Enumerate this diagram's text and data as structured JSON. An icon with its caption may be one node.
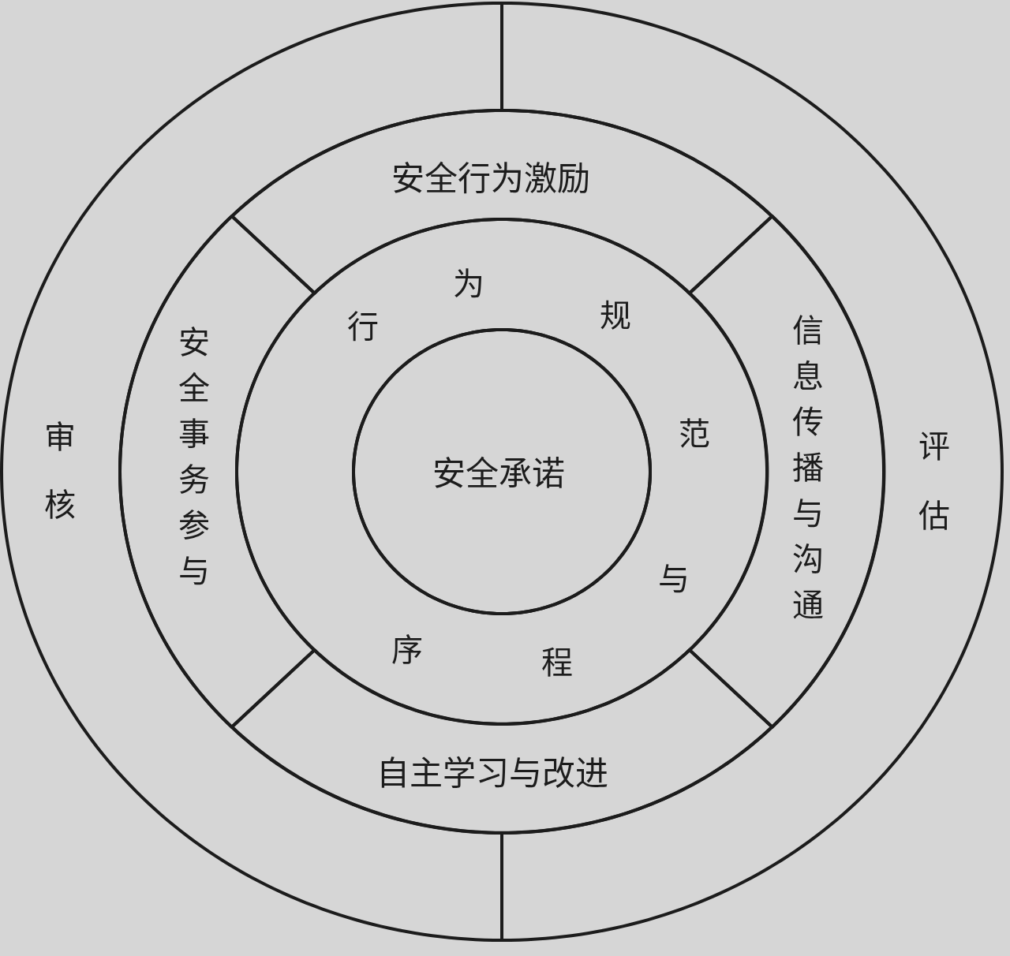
{
  "diagram": {
    "nodes": [
      {
        "text": [
          "审核"
        ]
      },
      {
        "text": [
          "评估"
        ]
      },
      {
        "text": [
          "安全行为激励"
        ]
      },
      {
        "text": [
          "安全事务参与"
        ]
      },
      {
        "text": [
          "信息传播与沟通"
        ]
      },
      {
        "text": [
          "自主学习与改进"
        ]
      },
      {
        "text": [
          "行",
          "为",
          "规",
          "范",
          "与",
          "程",
          "序"
        ]
      },
      {
        "text": [
          "安全承诺"
        ],
        "in": 6
      }
    ]
  }
}
